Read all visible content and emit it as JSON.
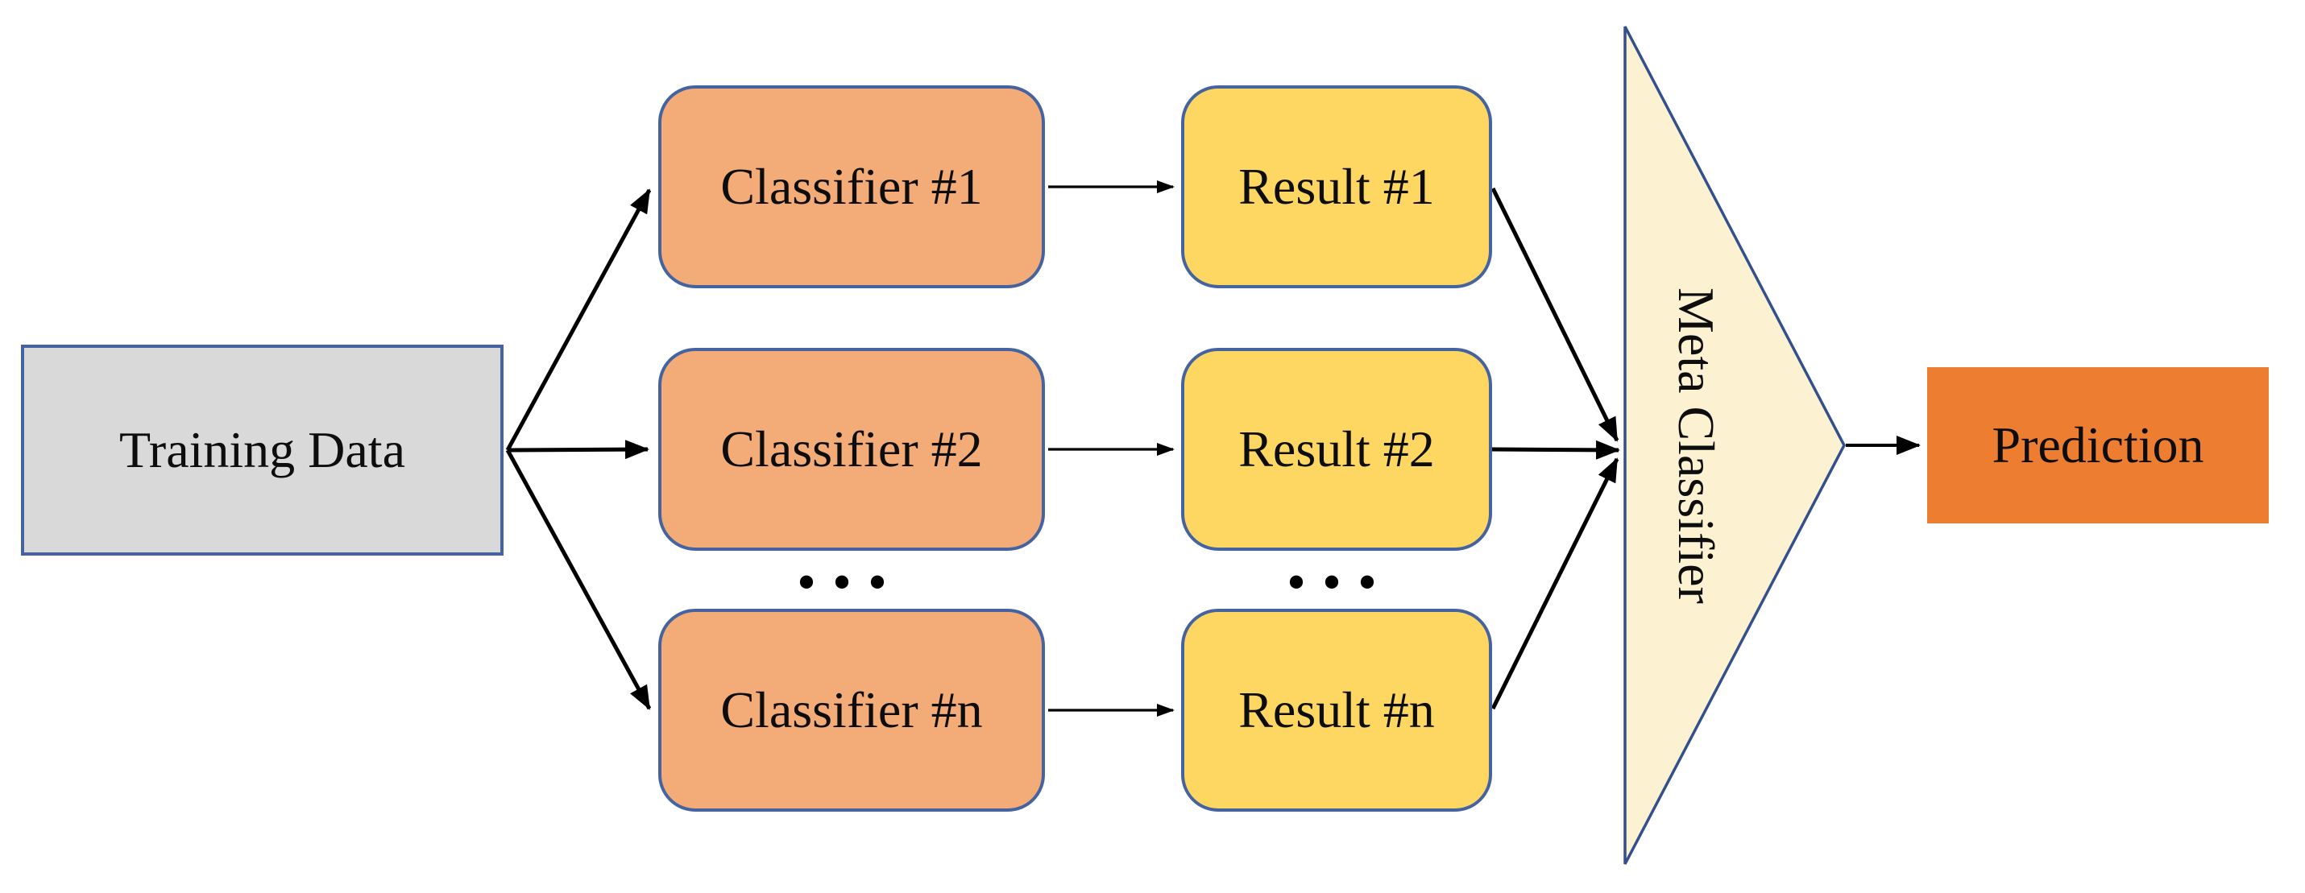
{
  "diagram": {
    "nodes": {
      "training": {
        "label": "Training Data"
      },
      "classifiers": [
        {
          "label": "Classifier #1"
        },
        {
          "label": "Classifier #2"
        },
        {
          "label": "Classifier #n"
        }
      ],
      "results": [
        {
          "label": "Result #1"
        },
        {
          "label": "Result #2"
        },
        {
          "label": "Result #n"
        }
      ],
      "meta": {
        "label": "Meta Classifier"
      },
      "prediction": {
        "label": "Prediction"
      },
      "ellipsis_glyph": "• • •"
    },
    "colors": {
      "background": "#ffffff",
      "text": "#0d0d0d",
      "training_fill": "#d9d9d9",
      "classifier_fill": "#f3ab77",
      "result_fill": "#fed763",
      "meta_fill": "#fcf2d2",
      "prediction_fill": "#ed7d31",
      "shape_border": "#44639f",
      "triangle_border": "#33508d",
      "arrow": "#000000"
    }
  }
}
